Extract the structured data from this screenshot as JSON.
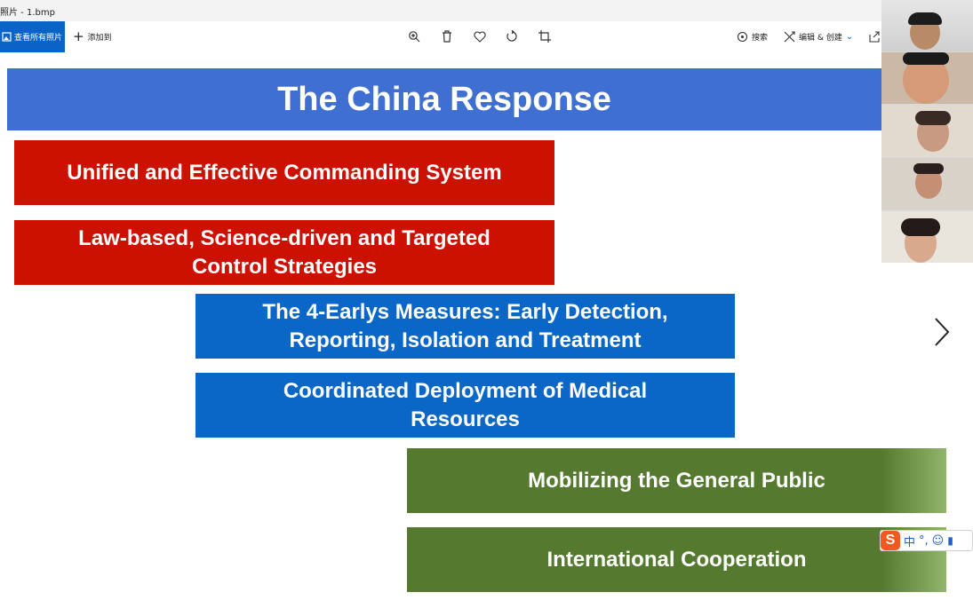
{
  "window": {
    "title": "照片 - 1.bmp"
  },
  "toolbar": {
    "view_all_label": "查看所有照片",
    "add_to_label": "添加到",
    "search_label": "搜索",
    "edit_create_label": "编辑 & 创建",
    "icons": [
      "zoom-in-icon",
      "delete-icon",
      "favorite-icon",
      "rotate-icon",
      "crop-icon"
    ]
  },
  "slide": {
    "title": "The China Response",
    "items": [
      {
        "text": "Unified and Effective Commanding System",
        "color": "#cc1100"
      },
      {
        "text": "Law-based, Science-driven and Targeted Control Strategies",
        "color": "#cc1100"
      },
      {
        "text": "The 4-Earlys Measures: Early Detection, Reporting, Isolation and Treatment",
        "color": "#0a67c7"
      },
      {
        "text": "Coordinated Deployment of Medical Resources",
        "color": "#0a67c7"
      },
      {
        "text": "Mobilizing the General Public",
        "color": "#557a2f"
      },
      {
        "text": "International Cooperation",
        "color": "#557a2f"
      }
    ]
  },
  "video_panel": {
    "participants": 5
  },
  "ime": {
    "mode_char": "中",
    "punct": "°,"
  }
}
